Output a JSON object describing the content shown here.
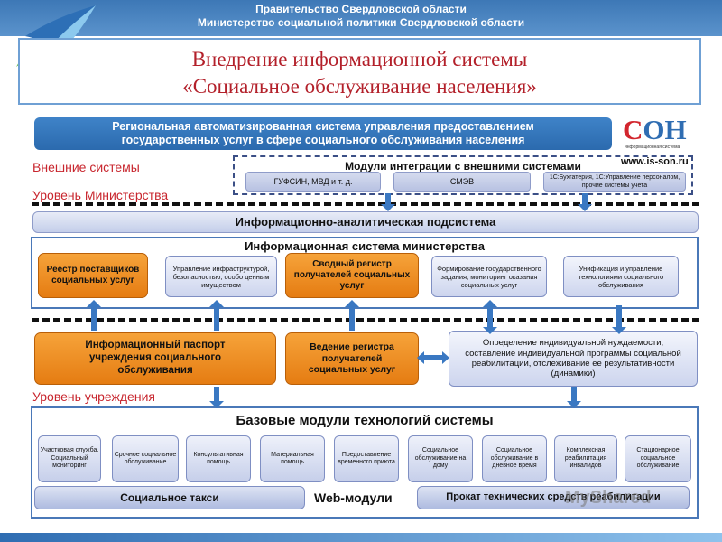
{
  "header": {
    "line1": "Правительство Свердловской области",
    "line2": "Министерство социальной политики Свердловской области"
  },
  "title": {
    "line1": "Внедрение информационной системы",
    "line2": "«Социальное обслуживание населения»"
  },
  "banner": {
    "line1": "Региональная автоматизированная система управления предоставлением",
    "line2": "государственных услуг в сфере социального обслуживания населения"
  },
  "son_logo": {
    "letters": "СОН",
    "subtitle": "информационная система",
    "url": "www.is-son.ru",
    "colors": {
      "c": "#d2262e",
      "o": "#2f6db2",
      "n": "#2f6db2"
    }
  },
  "levels": {
    "external": "Внешние системы",
    "ministry": "Уровень Министерства",
    "institution": "Уровень учреждения"
  },
  "external_modules": {
    "title": "Модули интеграции с внешними системами",
    "items": [
      "ГУФСИН, МВД и т. д.",
      "СМЭВ",
      "1С:Бухгатерия, 1С:Управление персоналом, прочие системы учета"
    ]
  },
  "iap": {
    "label": "Информационно-аналитическая подсистема"
  },
  "ministry_system": {
    "title": "Информационная система министерства",
    "modules": [
      "Реестр поставщиков социальных услуг",
      "Управление инфраструктурой, безопасностью, особо ценным имуществом",
      "Сводный регистр получателей социальных услуг",
      "Формирование государственного задания, мониторинг оказания социальных услуг",
      "Унификация и управление технологиями социального обслуживания"
    ]
  },
  "middle": {
    "passport": "Информационный паспорт учреждения социального обслуживания",
    "registry": "Ведение регистра получателей социальных услуг",
    "needs": "Определение индивидуальной нуждаемости, составление индивидуальной программы социальной реабилитации, отслеживание ее результативности (динамики)"
  },
  "base_modules": {
    "title": "Базовые модули технологий системы",
    "items": [
      "Участковая служба. Социальный мониторинг",
      "Срочное социальное обслуживание",
      "Консультативная помощь",
      "Материальная помощь",
      "Предоставление временного приюта",
      "Социальное обслуживание на дому",
      "Социальное обслуживание в дневное время",
      "Комплексная реабилитация инвалидов",
      "Стационарное социальное обслуживание"
    ],
    "web_label": "Web-модули",
    "taxi": "Социальное такси",
    "rental": "Прокат технических средств реабилитации"
  },
  "watermark": "MyShared",
  "colors": {
    "header_blue": "#3d78b6",
    "level_red": "#c8262e",
    "orange": "#f08c22",
    "panel_border": "#4a78b8",
    "arrow_blue": "#3a78c2"
  }
}
